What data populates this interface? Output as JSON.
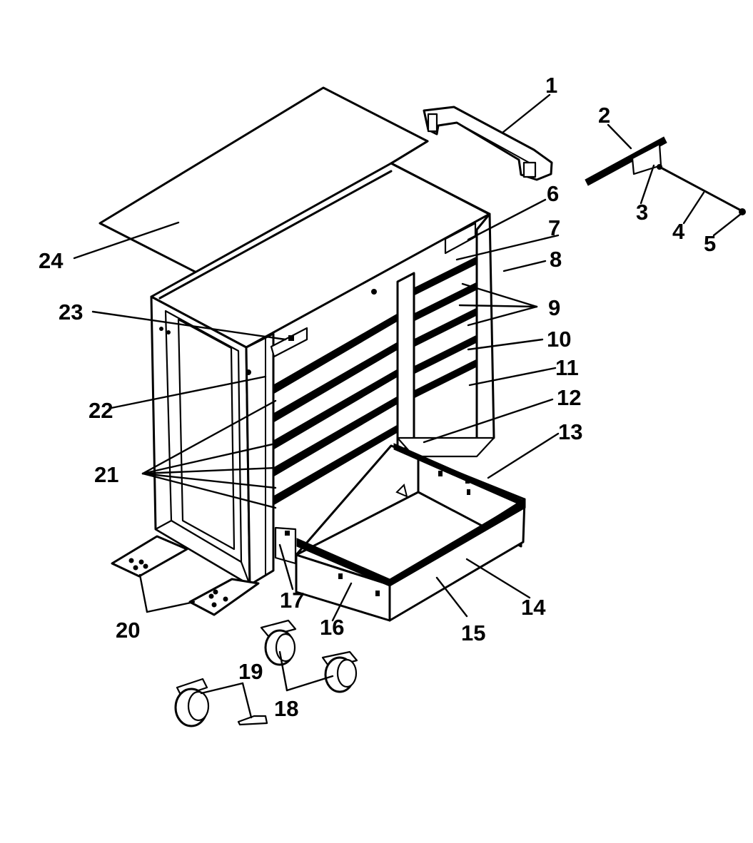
{
  "callouts": [
    {
      "id": "1",
      "label": "1"
    },
    {
      "id": "2",
      "label": "2"
    },
    {
      "id": "3",
      "label": "3"
    },
    {
      "id": "4",
      "label": "4"
    },
    {
      "id": "5",
      "label": "5"
    },
    {
      "id": "6",
      "label": "6"
    },
    {
      "id": "7",
      "label": "7"
    },
    {
      "id": "8",
      "label": "8"
    },
    {
      "id": "9",
      "label": "9"
    },
    {
      "id": "10",
      "label": "10"
    },
    {
      "id": "11",
      "label": "11"
    },
    {
      "id": "12",
      "label": "12"
    },
    {
      "id": "13",
      "label": "13"
    },
    {
      "id": "14",
      "label": "14"
    },
    {
      "id": "15",
      "label": "15"
    },
    {
      "id": "16",
      "label": "16"
    },
    {
      "id": "17",
      "label": "17"
    },
    {
      "id": "18",
      "label": "18"
    },
    {
      "id": "19",
      "label": "19"
    },
    {
      "id": "20",
      "label": "20"
    },
    {
      "id": "21",
      "label": "21"
    },
    {
      "id": "22",
      "label": "22"
    },
    {
      "id": "23",
      "label": "23"
    },
    {
      "id": "24",
      "label": "24"
    }
  ]
}
